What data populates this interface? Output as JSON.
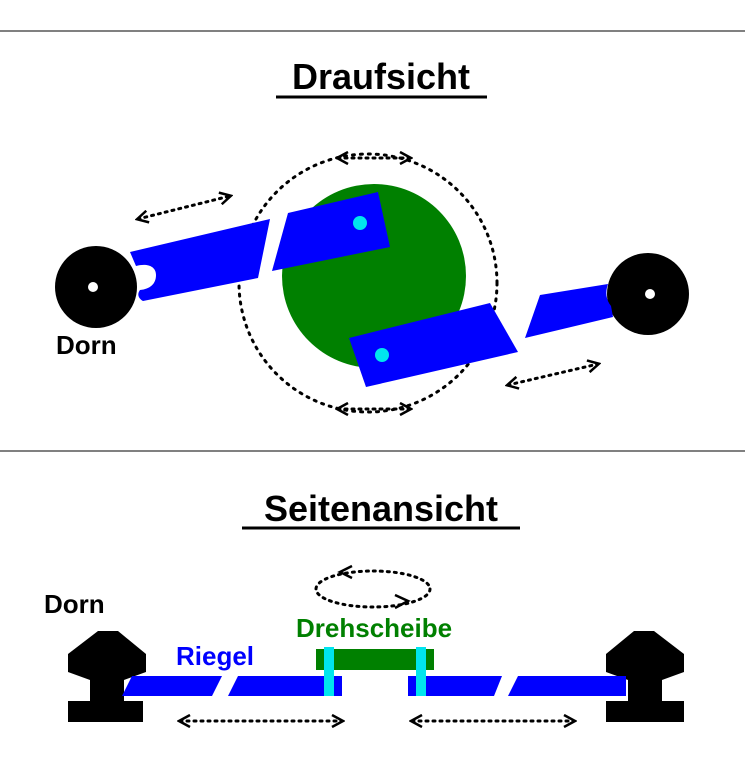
{
  "top_view": {
    "title": "Draufsicht",
    "dorn_label": "Dorn"
  },
  "side_view": {
    "title": "Seitenansicht",
    "dorn_label": "Dorn",
    "riegel_label": "Riegel",
    "drehscheibe_label": "Drehscheibe"
  },
  "colors": {
    "riegel": "#0000ff",
    "drehscheibe": "#008000",
    "pin": "#00e5ee",
    "dorn": "#000000"
  }
}
